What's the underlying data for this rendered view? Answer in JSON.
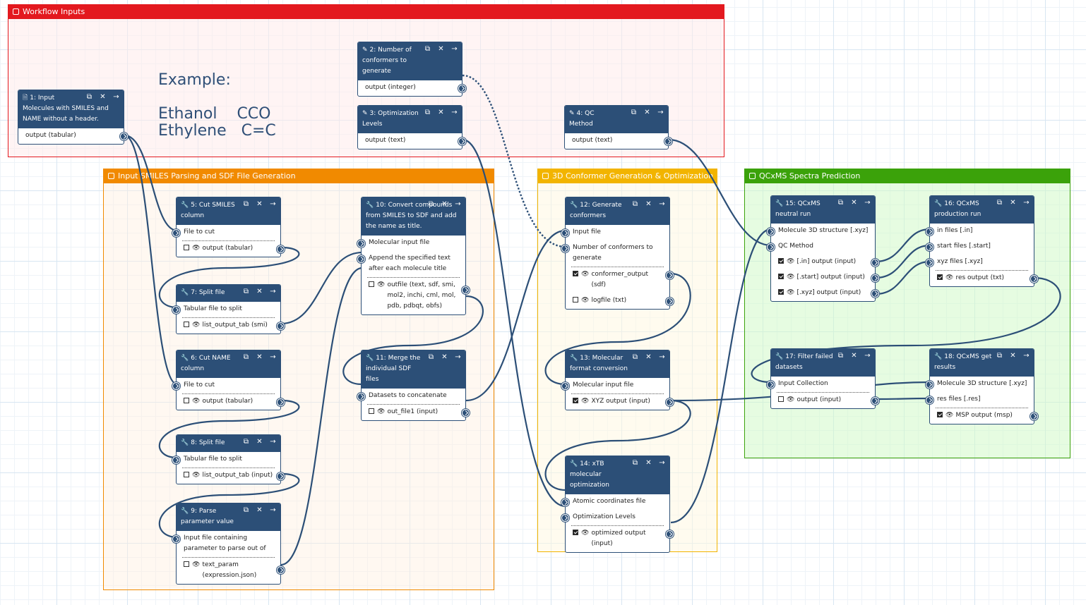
{
  "frames": {
    "workflow_inputs": "Workflow Inputs",
    "smiles_parsing": "Input SMILES Parsing and SDF File Generation",
    "conformer_gen": "3D Conformer Generation & Optimization",
    "qcxms": "QCxMS Spectra Prediction"
  },
  "example_text": "Example:\n\nEthanol    CCO\nEthylene   C=C",
  "colors": {
    "node_header": "#2c4f77",
    "inputs_frame": "#e3191f",
    "parsing_frame": "#f18a00",
    "conformer_frame": "#f2b400",
    "qcxms_frame": "#3ba20a"
  },
  "nodes": {
    "n1": {
      "title": "1: Input",
      "subtitle": "Molecules with SMILES and NAME without a header.",
      "output": "output (tabular)"
    },
    "n2": {
      "title": "2: Number of conformers to generate",
      "output": "output (integer)"
    },
    "n3": {
      "title": "3: Optimization Levels",
      "output": "output (text)"
    },
    "n4": {
      "title": "4: QC Method",
      "output": "output (text)"
    },
    "n5": {
      "title": "5: Cut SMILES column",
      "input": "File to cut",
      "output": "output (tabular)"
    },
    "n6": {
      "title": "6: Cut NAME column",
      "input": "File to cut",
      "output": "output (tabular)"
    },
    "n7": {
      "title": "7: Split file",
      "input": "Tabular file to split",
      "output": "list_output_tab (smi)"
    },
    "n8": {
      "title": "8: Split file",
      "input": "Tabular file to split",
      "output": "list_output_tab (input)"
    },
    "n9": {
      "title": "9: Parse parameter value",
      "input": "Input file containing parameter to parse out of",
      "output": "text_param (expression.json)"
    },
    "n10": {
      "title": "10: Convert compounds from SMILES to SDF and add the name as title.",
      "input1": "Molecular input file",
      "input2": "Append the specified text after each molecule title",
      "output": "outfile (text, sdf, smi, mol2, inchi, cml, mol, pdb, pdbqt, obfs)"
    },
    "n11": {
      "title": "11: Merge the individual SDF files",
      "input": "Datasets to concatenate",
      "output": "out_file1 (input)"
    },
    "n12": {
      "title": "12: Generate conformers",
      "input1": "Input file",
      "input2": "Number of conformers to generate",
      "output1": "conformer_output (sdf)",
      "output2": "logfile (txt)"
    },
    "n13": {
      "title": "13: Molecular format conversion",
      "input": "Molecular input file",
      "output": "XYZ output (input)"
    },
    "n14": {
      "title": "14: xTB molecular optimization",
      "input1": "Atomic coordinates file",
      "input2": "Optimization Levels",
      "output": "optimized output (input)"
    },
    "n15": {
      "title": "15: QCxMS neutral run",
      "input1": "Molecule 3D structure [.xyz]",
      "input2": "QC Method",
      "output1": "[.in] output (input)",
      "output2": "[.start] output (input)",
      "output3": "[.xyz] output (input)"
    },
    "n16": {
      "title": "16: QCxMS production run",
      "input1": "in files [.in]",
      "input2": "start files [.start]",
      "input3": "xyz files [.xyz]",
      "output": "res output (txt)"
    },
    "n17": {
      "title": "17: Filter failed datasets",
      "input": "Input Collection",
      "output": "output (input)"
    },
    "n18": {
      "title": "18: QCxMS get results",
      "input1": "Molecule 3D structure [.xyz]",
      "input2": "res files [.res]",
      "output": "MSP output (msp)"
    }
  },
  "icons": {
    "copy": "⧉",
    "close": "✕",
    "forward": "→",
    "tool": "🔧",
    "edit": "✎",
    "file": "🗎",
    "eye": "👁"
  }
}
